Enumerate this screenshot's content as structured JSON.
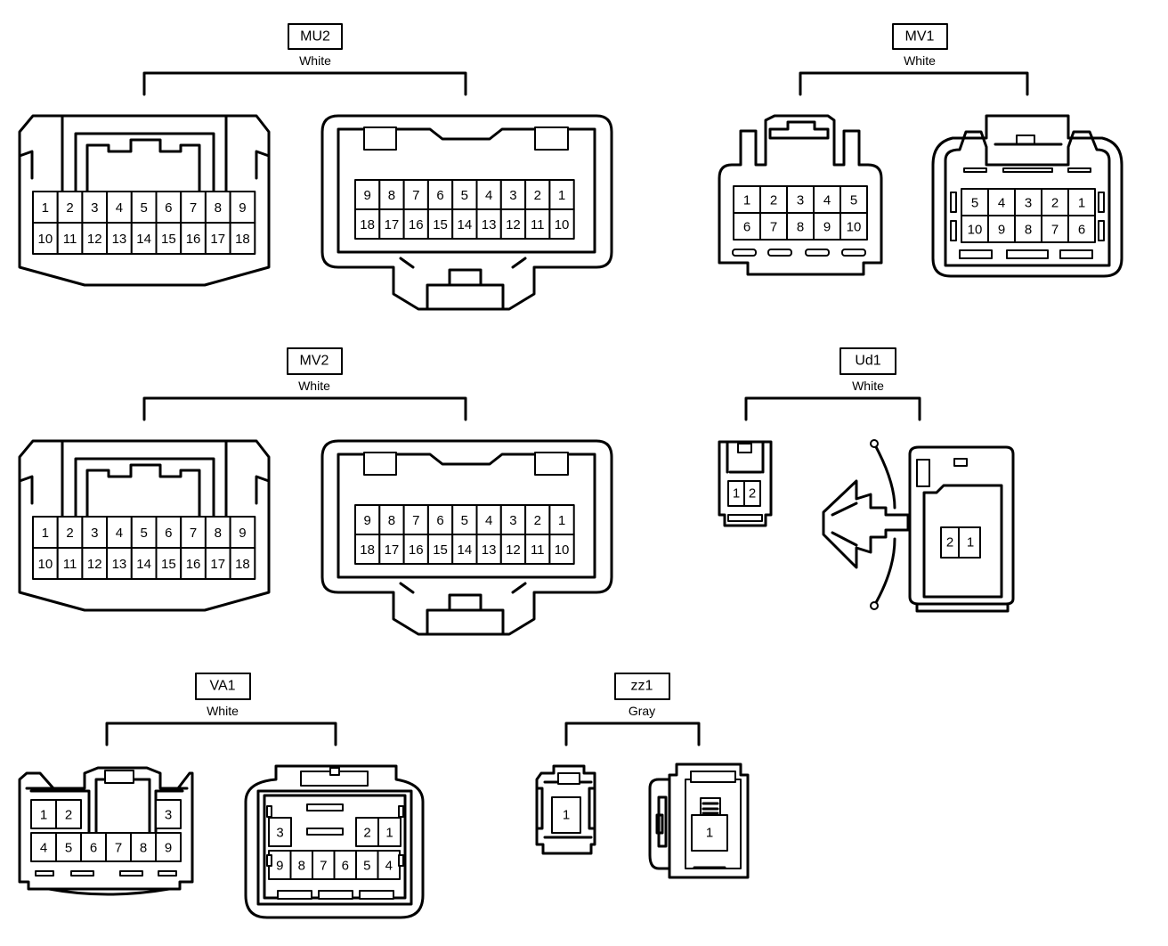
{
  "connectors": {
    "MU2": {
      "name": "MU2",
      "color": "White",
      "male_rows": [
        [
          "1",
          "2",
          "3",
          "4",
          "5",
          "6",
          "7",
          "8",
          "9"
        ],
        [
          "10",
          "11",
          "12",
          "13",
          "14",
          "15",
          "16",
          "17",
          "18"
        ]
      ],
      "female_rows": [
        [
          "9",
          "8",
          "7",
          "6",
          "5",
          "4",
          "3",
          "2",
          "1"
        ],
        [
          "18",
          "17",
          "16",
          "15",
          "14",
          "13",
          "12",
          "11",
          "10"
        ]
      ]
    },
    "MV1": {
      "name": "MV1",
      "color": "White",
      "male_rows": [
        [
          "1",
          "2",
          "3",
          "4",
          "5"
        ],
        [
          "6",
          "7",
          "8",
          "9",
          "10"
        ]
      ],
      "female_rows": [
        [
          "5",
          "4",
          "3",
          "2",
          "1"
        ],
        [
          "10",
          "9",
          "8",
          "7",
          "6"
        ]
      ]
    },
    "MV2": {
      "name": "MV2",
      "color": "White",
      "male_rows": [
        [
          "1",
          "2",
          "3",
          "4",
          "5",
          "6",
          "7",
          "8",
          "9"
        ],
        [
          "10",
          "11",
          "12",
          "13",
          "14",
          "15",
          "16",
          "17",
          "18"
        ]
      ],
      "female_rows": [
        [
          "9",
          "8",
          "7",
          "6",
          "5",
          "4",
          "3",
          "2",
          "1"
        ],
        [
          "18",
          "17",
          "16",
          "15",
          "14",
          "13",
          "12",
          "11",
          "10"
        ]
      ]
    },
    "Ud1": {
      "name": "Ud1",
      "color": "White",
      "male_pins": [
        "1",
        "2"
      ],
      "female_pins": [
        "2",
        "1"
      ]
    },
    "VA1": {
      "name": "VA1",
      "color": "White",
      "male_top": [
        "1",
        "2",
        "3"
      ],
      "male_bottom": [
        "4",
        "5",
        "6",
        "7",
        "8",
        "9"
      ],
      "female_top": [
        "3",
        "2",
        "1"
      ],
      "female_bottom": [
        "9",
        "8",
        "7",
        "6",
        "5",
        "4"
      ]
    },
    "zz1": {
      "name": "zz1",
      "color": "Gray",
      "male_pins": [
        "1"
      ],
      "female_pins": [
        "1"
      ]
    }
  }
}
